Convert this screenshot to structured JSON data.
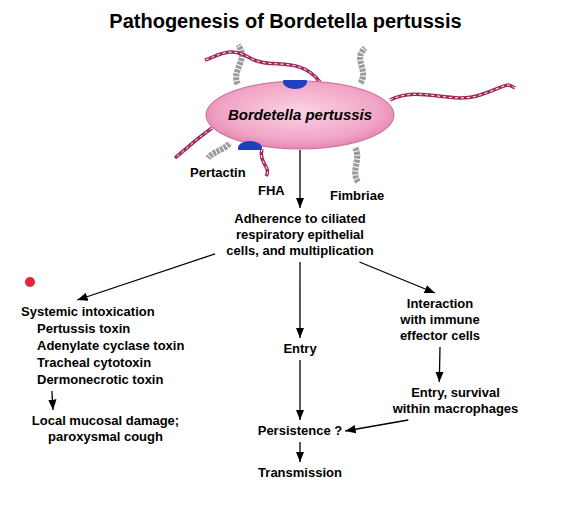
{
  "diagram": {
    "title": "Pathogenesis of Bordetella pertussis",
    "nodes": [
      {
        "text": [
          "Bordetella pertussis"
        ]
      },
      {
        "text": [
          "Adherence to ciliated respiratory epithelial cells, and multiplication"
        ]
      },
      {
        "text": [
          "Systemic intoxication",
          "Pertussis toxin",
          "Adenylate cyclase toxin",
          "Tracheal cytotoxin",
          "Dermonecrotic toxin"
        ]
      },
      {
        "text": [
          "Local mucosal damage; paroxysmal cough"
        ]
      },
      {
        "text": [
          "Entry"
        ]
      },
      {
        "text": [
          "Interaction with immune effector cells"
        ]
      },
      {
        "text": [
          "Entry, survival within macrophages"
        ]
      },
      {
        "text": [
          "Persistence ?"
        ]
      },
      {
        "text": [
          "Transmission"
        ]
      }
    ],
    "edges": [
      {
        "from": 0,
        "to": 1,
        "arrow": "to"
      },
      {
        "from": 1,
        "to": 2,
        "arrow": "to"
      },
      {
        "from": 2,
        "to": 3,
        "arrow": "to"
      },
      {
        "from": 1,
        "to": 4,
        "arrow": "to"
      },
      {
        "from": 4,
        "to": 7,
        "arrow": "to"
      },
      {
        "from": 1,
        "to": 5,
        "arrow": "to"
      },
      {
        "from": 5,
        "to": 6,
        "arrow": "to"
      },
      {
        "from": 6,
        "to": 7,
        "arrow": "to"
      },
      {
        "from": 7,
        "to": 8,
        "arrow": "to"
      }
    ],
    "labels": [
      "Pertactin",
      "FHA",
      "Fimbriae"
    ]
  }
}
